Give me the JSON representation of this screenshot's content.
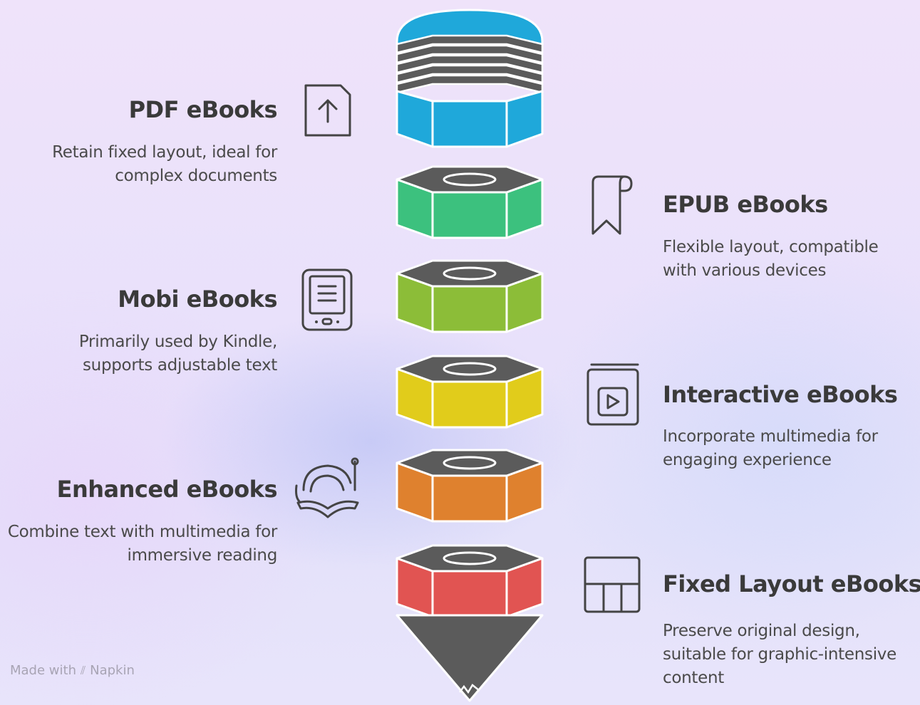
{
  "items": [
    {
      "title": "PDF eBooks",
      "description": "Retain fixed layout, ideal for complex documents",
      "icon": "document-upload-icon",
      "color": "#1fa8da"
    },
    {
      "title": "EPUB eBooks",
      "description": "Flexible layout, compatible with various devices",
      "icon": "bookmark-icon",
      "color": "#3cc17e"
    },
    {
      "title": "Mobi eBooks",
      "description": "Primarily used by Kindle, supports adjustable text",
      "icon": "ereader-icon",
      "color": "#8cbd38"
    },
    {
      "title": "Interactive eBooks",
      "description": "Incorporate multimedia for engaging experience",
      "icon": "video-book-icon",
      "color": "#e1cc1b"
    },
    {
      "title": "Enhanced eBooks",
      "description": "Combine text with multimedia for immersive reading",
      "icon": "immersive-reading-icon",
      "color": "#df812e"
    },
    {
      "title": "Fixed Layout eBooks",
      "description": "Preserve original design, suitable for graphic-intensive content",
      "icon": "layout-grid-icon",
      "color": "#e15452"
    }
  ],
  "watermark": {
    "prefix": "Made with",
    "brand": "Napkin"
  },
  "colors": {
    "top_cap": "#1fa8da",
    "dark": "#5b5b5b",
    "outline": "#ffffff"
  }
}
